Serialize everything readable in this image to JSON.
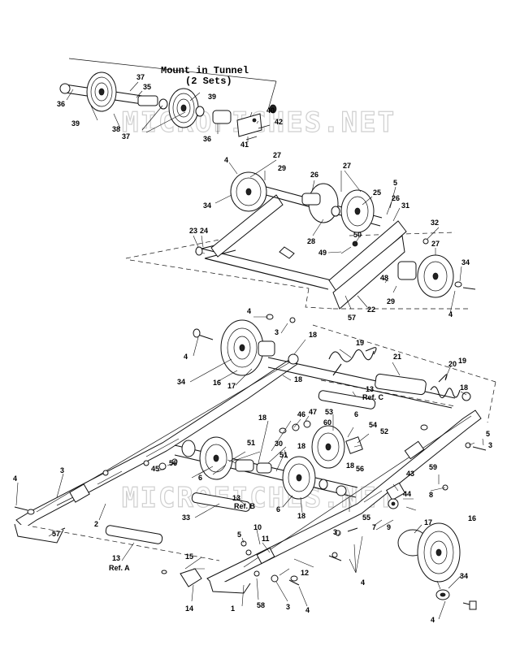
{
  "annotation": {
    "line1": "Mount in Tunnel",
    "line2": "(2 Sets)"
  },
  "watermarks": [
    "MICROFICHES.NET",
    "MICROFICHES.NET"
  ],
  "labels": [
    {
      "id": "36",
      "text": "36"
    },
    {
      "id": "37a",
      "text": "37"
    },
    {
      "id": "35",
      "text": "35"
    },
    {
      "id": "39a",
      "text": "39"
    },
    {
      "id": "38",
      "text": "38"
    },
    {
      "id": "39b",
      "text": "39"
    },
    {
      "id": "37b",
      "text": "37"
    },
    {
      "id": "40",
      "text": "40"
    },
    {
      "id": "42",
      "text": "42"
    },
    {
      "id": "36b",
      "text": "36"
    },
    {
      "id": "41",
      "text": "41"
    },
    {
      "id": "4a",
      "text": "4"
    },
    {
      "id": "27a",
      "text": "27"
    },
    {
      "id": "29a",
      "text": "29"
    },
    {
      "id": "34a",
      "text": "34"
    },
    {
      "id": "26a",
      "text": "26"
    },
    {
      "id": "27b",
      "text": "27"
    },
    {
      "id": "5a",
      "text": "5"
    },
    {
      "id": "25",
      "text": "25"
    },
    {
      "id": "26b",
      "text": "26"
    },
    {
      "id": "31",
      "text": "31"
    },
    {
      "id": "23",
      "text": "23"
    },
    {
      "id": "24",
      "text": "24"
    },
    {
      "id": "28",
      "text": "28"
    },
    {
      "id": "50",
      "text": "50"
    },
    {
      "id": "32",
      "text": "32"
    },
    {
      "id": "49",
      "text": "49"
    },
    {
      "id": "27c",
      "text": "27"
    },
    {
      "id": "34b",
      "text": "34"
    },
    {
      "id": "48",
      "text": "48"
    },
    {
      "id": "29b",
      "text": "29"
    },
    {
      "id": "22",
      "text": "22"
    },
    {
      "id": "57a",
      "text": "57"
    },
    {
      "id": "4b",
      "text": "4"
    },
    {
      "id": "4c",
      "text": "4"
    },
    {
      "id": "3a",
      "text": "3"
    },
    {
      "id": "18a",
      "text": "18"
    },
    {
      "id": "4d",
      "text": "4"
    },
    {
      "id": "19a",
      "text": "19"
    },
    {
      "id": "21",
      "text": "21"
    },
    {
      "id": "20",
      "text": "20"
    },
    {
      "id": "19b",
      "text": "19"
    },
    {
      "id": "34c",
      "text": "34"
    },
    {
      "id": "16a",
      "text": "16"
    },
    {
      "id": "17a",
      "text": "17"
    },
    {
      "id": "18b",
      "text": "18"
    },
    {
      "id": "13c",
      "text": "13"
    },
    {
      "id": "refc",
      "text": "Ref. C"
    },
    {
      "id": "18c",
      "text": "18"
    },
    {
      "id": "18d",
      "text": "18"
    },
    {
      "id": "46",
      "text": "46"
    },
    {
      "id": "47",
      "text": "47"
    },
    {
      "id": "53",
      "text": "53"
    },
    {
      "id": "60",
      "text": "60"
    },
    {
      "id": "6a",
      "text": "6"
    },
    {
      "id": "54",
      "text": "54"
    },
    {
      "id": "52",
      "text": "52"
    },
    {
      "id": "5b",
      "text": "5"
    },
    {
      "id": "3b",
      "text": "3"
    },
    {
      "id": "30",
      "text": "30"
    },
    {
      "id": "51a",
      "text": "51"
    },
    {
      "id": "18e",
      "text": "18"
    },
    {
      "id": "51b",
      "text": "51"
    },
    {
      "id": "56a",
      "text": "56"
    },
    {
      "id": "45",
      "text": "45"
    },
    {
      "id": "6b",
      "text": "6"
    },
    {
      "id": "18f",
      "text": "18"
    },
    {
      "id": "56b",
      "text": "56"
    },
    {
      "id": "59",
      "text": "59"
    },
    {
      "id": "43",
      "text": "43"
    },
    {
      "id": "44",
      "text": "44"
    },
    {
      "id": "8",
      "text": "8"
    },
    {
      "id": "4e",
      "text": "4"
    },
    {
      "id": "3c",
      "text": "3"
    },
    {
      "id": "2",
      "text": "2"
    },
    {
      "id": "13b",
      "text": "13"
    },
    {
      "id": "refb",
      "text": "Ref. B"
    },
    {
      "id": "33",
      "text": "33"
    },
    {
      "id": "6c",
      "text": "6"
    },
    {
      "id": "18g",
      "text": "18"
    },
    {
      "id": "55",
      "text": "55"
    },
    {
      "id": "7",
      "text": "7"
    },
    {
      "id": "9",
      "text": "9"
    },
    {
      "id": "17b",
      "text": "17"
    },
    {
      "id": "16b",
      "text": "16"
    },
    {
      "id": "57b",
      "text": "57"
    },
    {
      "id": "10",
      "text": "10"
    },
    {
      "id": "5c",
      "text": "5"
    },
    {
      "id": "3d",
      "text": "3"
    },
    {
      "id": "11",
      "text": "11"
    },
    {
      "id": "13a",
      "text": "13"
    },
    {
      "id": "refa",
      "text": "Ref. A"
    },
    {
      "id": "15",
      "text": "15"
    },
    {
      "id": "12",
      "text": "12"
    },
    {
      "id": "4f",
      "text": "4"
    },
    {
      "id": "14",
      "text": "14"
    },
    {
      "id": "1",
      "text": "1"
    },
    {
      "id": "58",
      "text": "58"
    },
    {
      "id": "3e",
      "text": "3"
    },
    {
      "id": "4g",
      "text": "4"
    },
    {
      "id": "34d",
      "text": "34"
    },
    {
      "id": "4h",
      "text": "4"
    }
  ]
}
